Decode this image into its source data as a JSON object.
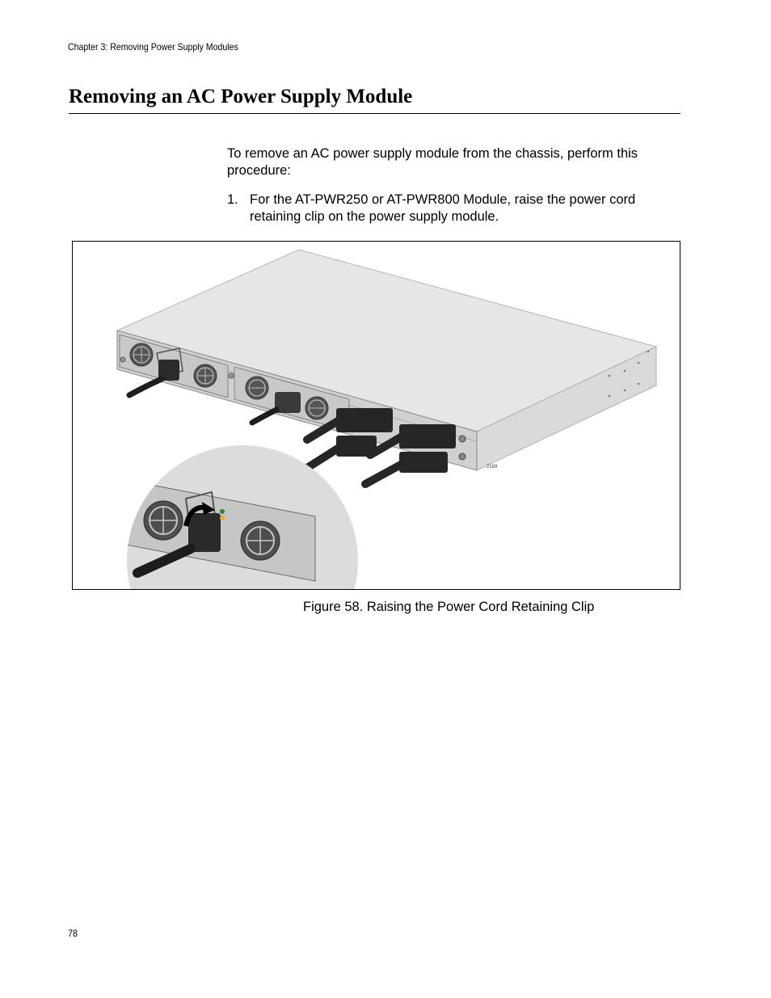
{
  "header": {
    "chapter": "Chapter 3: Removing Power Supply Modules"
  },
  "section": {
    "title": "Removing an AC Power Supply Module"
  },
  "intro": "To remove an AC power supply module from the chassis, perform this procedure:",
  "steps": [
    {
      "number": "1.",
      "text": "For the AT-PWR250 or AT-PWR800 Module, raise the power cord retaining clip on the power supply module."
    }
  ],
  "figure": {
    "id_label": "2169",
    "caption": "Figure 58. Raising the Power Cord Retaining Clip"
  },
  "footer": {
    "page_number": "78"
  }
}
